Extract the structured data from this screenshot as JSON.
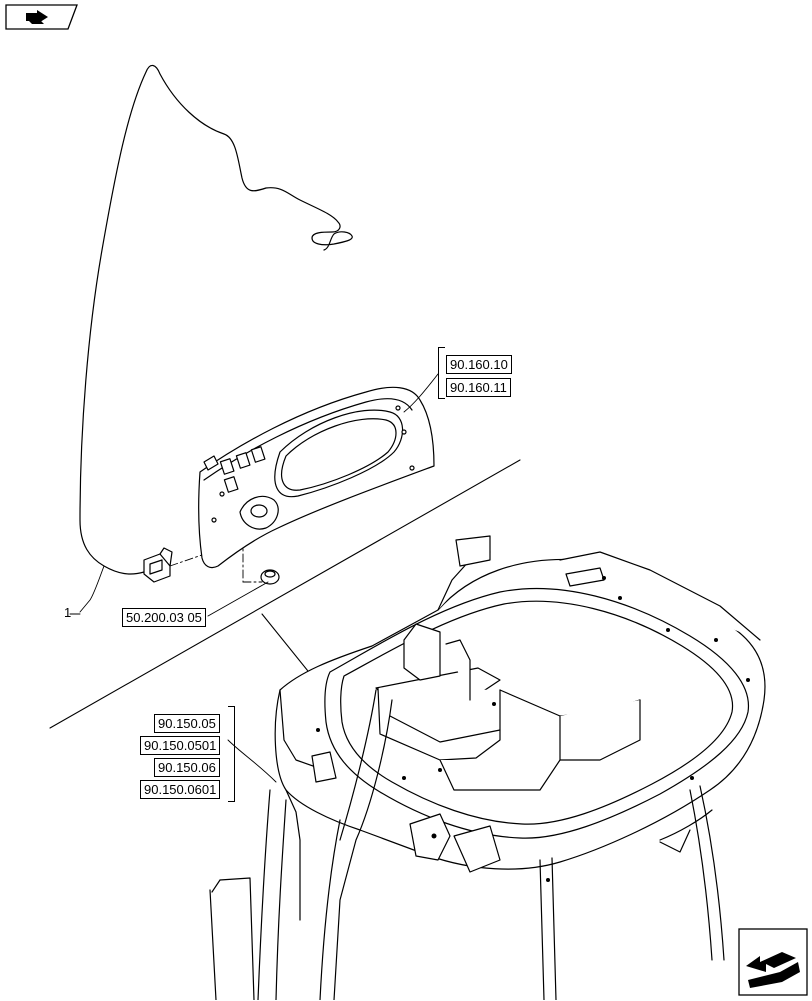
{
  "diagram": {
    "part_callout": "1",
    "refs_top": [
      "90.160.10",
      "90.160.11"
    ],
    "ref_connector": "50.200.03 05",
    "refs_cab": [
      "90.150.05",
      "90.150.0501",
      "90.150.06",
      "90.150.0601"
    ],
    "icons": {
      "top_left": "book-arrow-icon",
      "bottom_right": "next-page-arrow-icon"
    }
  }
}
